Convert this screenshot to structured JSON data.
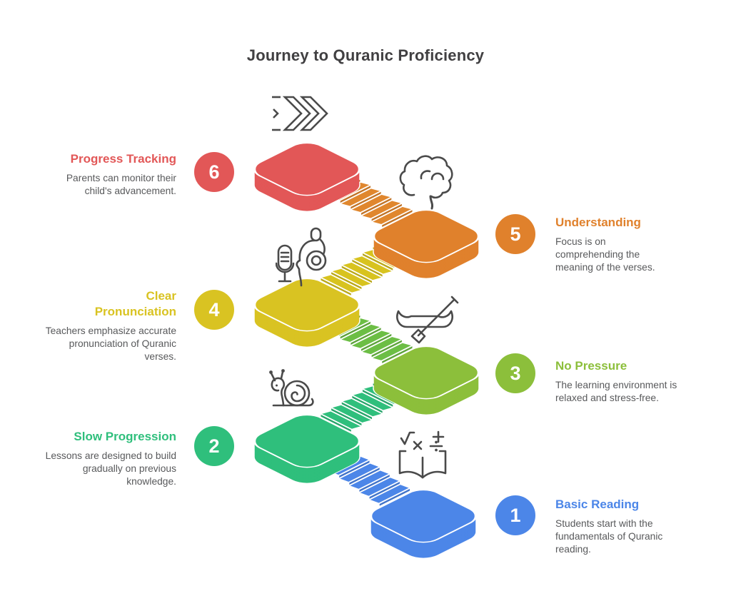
{
  "title": "Journey to Quranic Proficiency",
  "steps": [
    {
      "number": "1",
      "title": "Basic Reading",
      "description": "Students start with the fundamentals of Quranic reading.",
      "color": "#4C86E8",
      "side": "right",
      "icon": "math-book-icon"
    },
    {
      "number": "2",
      "title": "Slow Progression",
      "description": "Lessons are designed to build gradually on previous knowledge.",
      "color": "#2FBF7C",
      "side": "left",
      "icon": "snail-icon"
    },
    {
      "number": "3",
      "title": "No Pressure",
      "description": "The learning environment is relaxed and stress-free.",
      "color": "#8CBF3B",
      "side": "right",
      "icon": "canoe-icon"
    },
    {
      "number": "4",
      "title": "Clear Pronunciation",
      "description": "Teachers emphasize accurate pronunciation of Quranic verses.",
      "color": "#D9C322",
      "side": "left",
      "icon": "microphone-person-icon"
    },
    {
      "number": "5",
      "title": "Understanding",
      "description": "Focus is on comprehending the meaning of the verses.",
      "color": "#E0812C",
      "side": "right",
      "icon": "brain-icon"
    },
    {
      "number": "6",
      "title": "Progress Tracking",
      "description": "Parents can monitor their child's advancement.",
      "color": "#E25757",
      "side": "left",
      "icon": "fast-forward-icon"
    }
  ],
  "staircase": {
    "platform_colors": [
      "#4C86E8",
      "#2FBF7C",
      "#8CBF3B",
      "#D9C322",
      "#E0812C",
      "#E25757"
    ],
    "flight_colors": [
      "#4C86E8",
      "#2FBF7C",
      "#6CBE45",
      "#D8C31F",
      "#E0872E"
    ],
    "icon_color": "#4A4A4A",
    "title_color": "#414042",
    "description_color": "#58595B"
  }
}
